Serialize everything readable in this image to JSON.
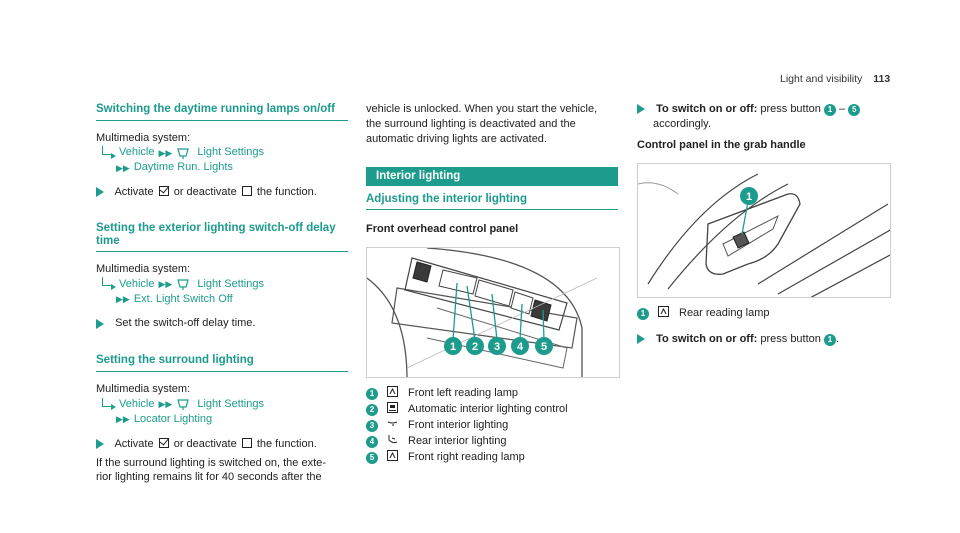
{
  "header": {
    "section": "Light and visibility",
    "page": "113"
  },
  "col1": {
    "s1": {
      "title": "Switching the daytime running lamps on/off",
      "intro": "Multimedia system:",
      "nav1": "Vehicle",
      "nav2": "Light Settings",
      "nav3": "Daytime Run. Lights",
      "action_a": "Activate",
      "action_b": "or deactivate",
      "action_c": "the function."
    },
    "s2": {
      "title_l1": "Setting the exterior lighting switch-off delay",
      "title_l2": "time",
      "intro": "Multimedia system:",
      "nav1": "Vehicle",
      "nav2": "Light Settings",
      "nav3": "Ext. Light Switch Off",
      "action": "Set the switch-off delay time."
    },
    "s3": {
      "title": "Setting the surround lighting",
      "intro": "Multimedia system:",
      "nav1": "Vehicle",
      "nav2": "Light Settings",
      "nav3": "Locator Lighting",
      "action_a": "Activate",
      "action_b": "or deactivate",
      "action_c": "the function.",
      "para_l1": "If the surround lighting is switched on, the exte-",
      "para_l2": "rior lighting remains lit for 40 seconds after the"
    }
  },
  "col2": {
    "para_l1": "vehicle is unlocked. When you start the vehicle,",
    "para_l2": "the surround lighting is deactivated and the",
    "para_l3": "automatic driving lights are activated.",
    "banner": "Interior lighting",
    "subhead": "Adjusting the interior lighting",
    "panel_title": "Front overhead control panel",
    "legend": [
      {
        "n": "1",
        "sym": "reading-lamp-icon",
        "text": "Front left reading lamp"
      },
      {
        "n": "2",
        "sym": "auto-light-icon",
        "text": "Automatic interior lighting control"
      },
      {
        "n": "3",
        "sym": "front-interior-icon",
        "text": "Front interior lighting"
      },
      {
        "n": "4",
        "sym": "rear-interior-icon",
        "text": "Rear interior lighting"
      },
      {
        "n": "5",
        "sym": "reading-lamp-icon",
        "text": "Front right reading lamp"
      }
    ]
  },
  "col3": {
    "step_bold": "To switch on or off:",
    "step_rest": "press button",
    "step_dash": "–",
    "step_l2": "accordingly.",
    "grab_title": "Control panel in the grab handle",
    "legend1": "Rear reading lamp",
    "step2_bold": "To switch on or off:",
    "step2_rest": "press button"
  },
  "numbers": {
    "n1": "1",
    "n2": "2",
    "n3": "3",
    "n4": "4",
    "n5": "5"
  },
  "colors": {
    "accent": "#1d9b8d"
  }
}
